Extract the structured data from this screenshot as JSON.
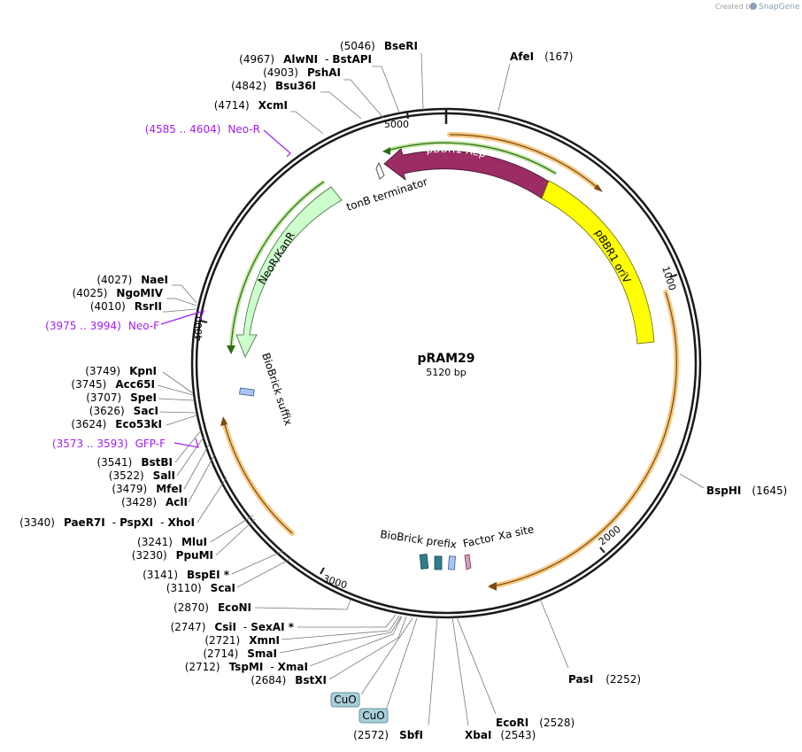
{
  "credit": {
    "prefix": "Created by",
    "brand": "SnapGene"
  },
  "plasmid": {
    "name": "pRAM29",
    "length_label": "5120 bp",
    "length": 5120
  },
  "ticks": [
    {
      "pos": 1000,
      "label": "1000"
    },
    {
      "pos": 2000,
      "label": "2000"
    },
    {
      "pos": 3000,
      "label": "3000"
    },
    {
      "pos": 4000,
      "label": "4000"
    },
    {
      "pos": 5000,
      "label": "5000"
    }
  ],
  "features": {
    "pbbr1_rep": {
      "label": "pBBR1 Rep",
      "color": "#9b2c64"
    },
    "pbbr1_oriv": {
      "label": "pBBR1 oriV",
      "color": "#ffff00"
    },
    "neor_kanr": {
      "label": "NeoR/KanR",
      "color": "#ccffcc"
    },
    "tonb_terminator": {
      "label": "tonB terminator"
    },
    "biobrick_suffix": {
      "label": "BioBrick suffix",
      "color": "#a7c4f2"
    },
    "biobrick_prefix": {
      "label": "BioBrick prefix",
      "color": "#2e7d8c"
    },
    "factor_xa": {
      "label": "Factor Xa site",
      "color": "#d59ab8"
    }
  },
  "orf_color": "#f7c982",
  "primer_color": "#a020f0",
  "primers": [
    {
      "range": "(4585 .. 4604)",
      "name": "Neo-R"
    },
    {
      "range": "(3975 .. 3994)",
      "name": "Neo-F"
    },
    {
      "range": "(3573 .. 3593)",
      "name": "GFP-F"
    }
  ],
  "sites_right": [
    {
      "name": "AfeI",
      "pos": "(167)"
    },
    {
      "name": "BspHI",
      "pos": "(1645)"
    },
    {
      "name": "PasI",
      "pos": "(2252)"
    },
    {
      "name": "EcoRI",
      "pos": "(2528)"
    },
    {
      "name": "XbaI",
      "pos": "(2543)"
    },
    {
      "name": "SbfI",
      "pos": "(2572)"
    }
  ],
  "sites_left": [
    {
      "pos": "(5046)",
      "names": [
        "BseRI"
      ]
    },
    {
      "pos": "(4967)",
      "names": [
        "AlwNI",
        "BstAPI"
      ]
    },
    {
      "pos": "(4903)",
      "names": [
        "PshAI"
      ]
    },
    {
      "pos": "(4842)",
      "names": [
        "Bsu36I"
      ]
    },
    {
      "pos": "(4714)",
      "names": [
        "XcmI"
      ]
    },
    {
      "pos": "(4027)",
      "names": [
        "NaeI"
      ]
    },
    {
      "pos": "(4025)",
      "names": [
        "NgoMIV"
      ]
    },
    {
      "pos": "(4010)",
      "names": [
        "RsrII"
      ]
    },
    {
      "pos": "(3749)",
      "names": [
        "KpnI"
      ]
    },
    {
      "pos": "(3745)",
      "names": [
        "Acc65I"
      ]
    },
    {
      "pos": "(3707)",
      "names": [
        "SpeI"
      ]
    },
    {
      "pos": "(3626)",
      "names": [
        "SacI"
      ]
    },
    {
      "pos": "(3624)",
      "names": [
        "Eco53kI"
      ]
    },
    {
      "pos": "(3541)",
      "names": [
        "BstBI"
      ]
    },
    {
      "pos": "(3522)",
      "names": [
        "SalI"
      ]
    },
    {
      "pos": "(3479)",
      "names": [
        "MfeI"
      ]
    },
    {
      "pos": "(3428)",
      "names": [
        "AclI"
      ]
    },
    {
      "pos": "(3340)",
      "names": [
        "PaeR7I",
        "PspXI",
        "XhoI"
      ]
    },
    {
      "pos": "(3241)",
      "names": [
        "MluI"
      ]
    },
    {
      "pos": "(3230)",
      "names": [
        "PpuMI"
      ]
    },
    {
      "pos": "(3141)",
      "names": [
        "BspEI *"
      ]
    },
    {
      "pos": "(3110)",
      "names": [
        "ScaI"
      ]
    },
    {
      "pos": "(2870)",
      "names": [
        "EcoNI"
      ]
    },
    {
      "pos": "(2747)",
      "names": [
        "CsiI",
        "SexAI *"
      ]
    },
    {
      "pos": "(2721)",
      "names": [
        "XmnI"
      ]
    },
    {
      "pos": "(2714)",
      "names": [
        "SmaI"
      ]
    },
    {
      "pos": "(2712)",
      "names": [
        "TspMI",
        "XmaI"
      ]
    },
    {
      "pos": "(2684)",
      "names": [
        "BstXI"
      ]
    }
  ],
  "cuo": [
    {
      "label": "CuO"
    },
    {
      "label": "CuO"
    }
  ]
}
